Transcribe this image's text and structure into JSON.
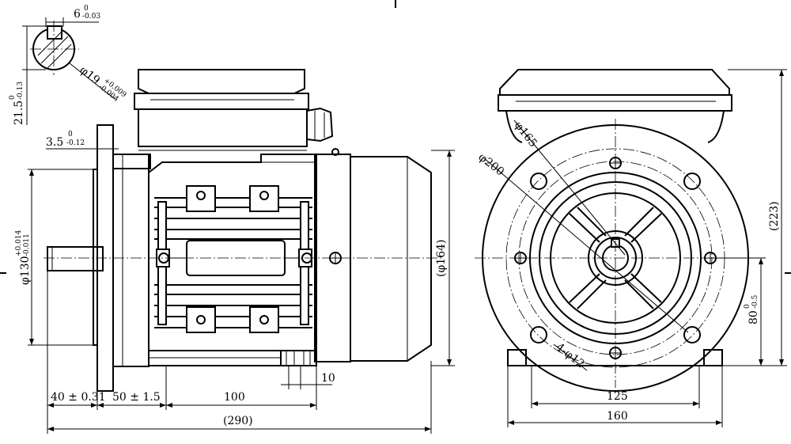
{
  "dimensions": {
    "key_width": "6",
    "key_width_tol_upper": "0",
    "key_width_tol_lower": "-0.03",
    "key_height": "21.5",
    "key_height_tol_upper": "0",
    "key_height_tol_lower": "-0.13",
    "shaft_dia": "φ19",
    "shaft_dia_tol_upper": "+0.009",
    "shaft_dia_tol_lower": "-0.004",
    "flange_thickness": "3.5",
    "flange_thickness_tol_upper": "0",
    "flange_thickness_tol_lower": "-0.12",
    "spigot_dia": "φ130",
    "spigot_dia_tol_upper": "+0.014",
    "spigot_dia_tol_lower": "-0.011",
    "body_dia": "(φ164)",
    "shaft_length": "40 ± 0.31",
    "flange_to_foot": "50 ± 1.5",
    "foot_spacing_side": "100",
    "overall_length": "(290)",
    "foot_slot": "10",
    "pcd_outer": "φ200",
    "pcd_inner": "φ165",
    "mount_holes": "4-φ12",
    "overall_height": "(223)",
    "shaft_height": "80",
    "shaft_height_tol_upper": "0",
    "shaft_height_tol_lower": "-0.5",
    "foot_spacing_front": "125",
    "foot_width": "160"
  }
}
